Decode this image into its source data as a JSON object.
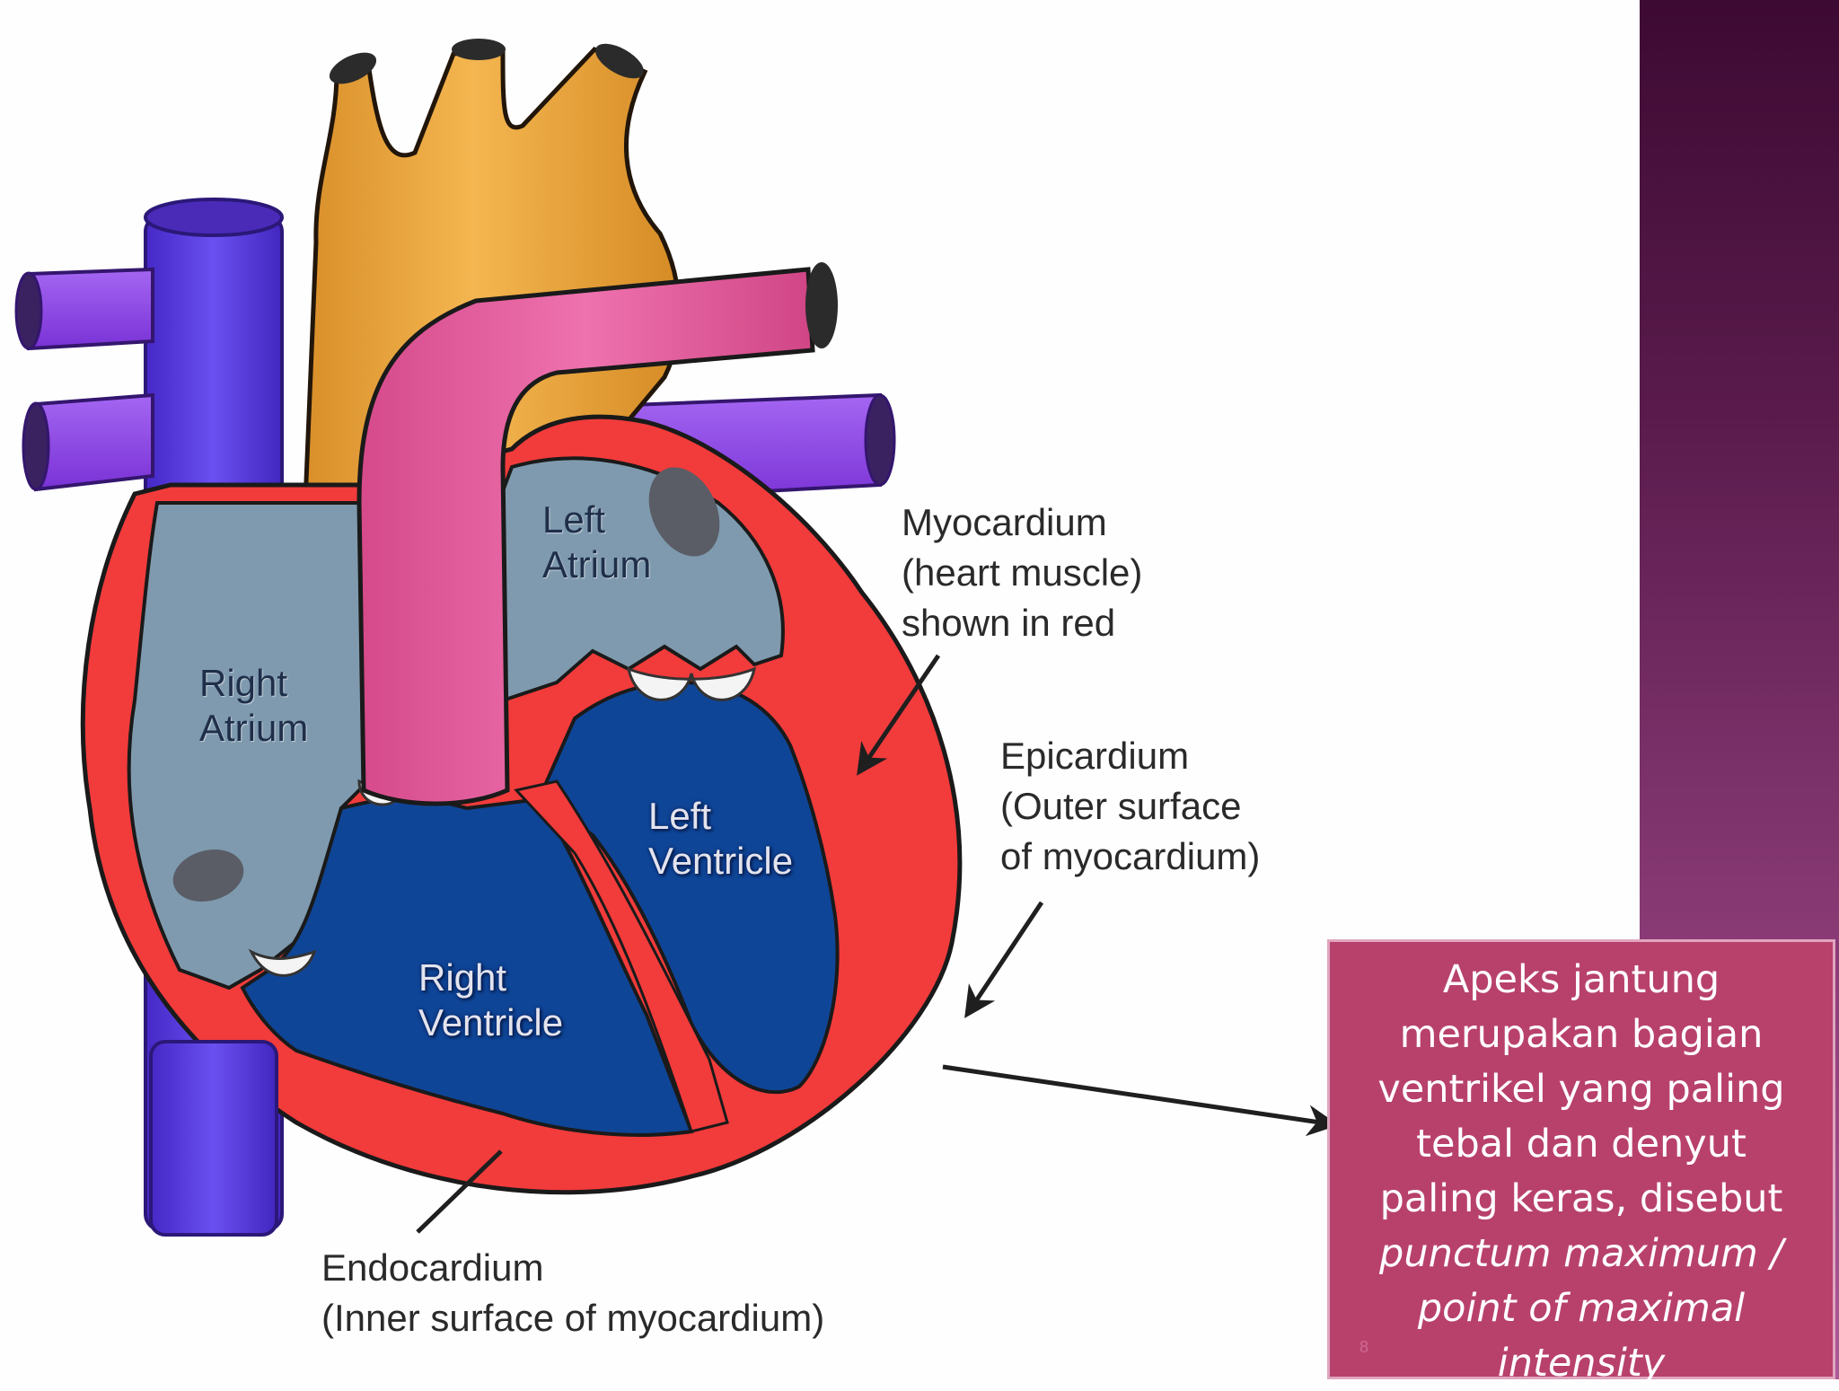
{
  "labels": {
    "left_atrium": [
      "Left",
      "Atrium"
    ],
    "right_atrium": [
      "Right",
      "Atrium"
    ],
    "left_ventricle": [
      "Left",
      "Ventricle"
    ],
    "right_ventricle": [
      "Right",
      "Ventricle"
    ],
    "myocardium": [
      "Myocardium",
      "(heart muscle)",
      "shown in red"
    ],
    "epicardium": [
      "Epicardium",
      "(Outer surface",
      "of myocardium)"
    ],
    "endocardium": [
      "Endocardium",
      "(Inner surface of myocardium)"
    ]
  },
  "callout": {
    "lines": [
      "Apeks jantung",
      "merupakan bagian",
      "ventrikel yang paling",
      "tebal dan denyut",
      "paling keras, disebut"
    ],
    "italic_lines": [
      "punctum maximum /",
      "point of maximal",
      "intensity"
    ]
  },
  "slide_number": "8",
  "colors": {
    "myocardium": "#f23b3b",
    "ventricle": "#0f4596",
    "atrium": "#7f9aae",
    "aorta": "#f0ac44",
    "pulmonary_artery": "#e8609e",
    "vena_cava": "#5a3ce6",
    "pulmonary_veins": "#9148ea",
    "callout_bg": "#b8416c",
    "sidebar": "#5a1b4c"
  }
}
